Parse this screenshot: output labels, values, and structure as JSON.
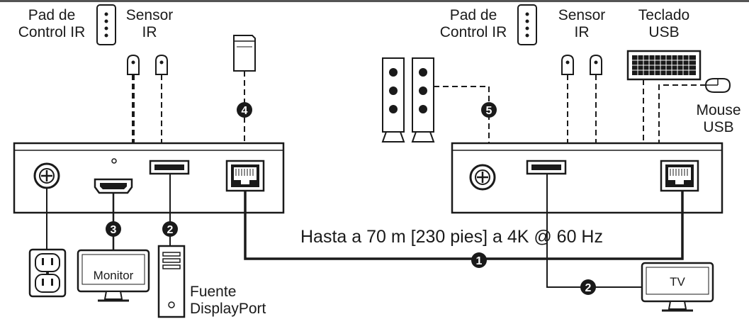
{
  "local": {
    "ir_pad_line1": "Pad de",
    "ir_pad_line2": "Control IR",
    "ir_sensor_line1": "Sensor",
    "ir_sensor_line2": "IR"
  },
  "remote": {
    "ir_pad_line1": "Pad de",
    "ir_pad_line2": "Control IR",
    "ir_sensor_line1": "Sensor",
    "ir_sensor_line2": "IR",
    "keyboard_line1": "Teclado",
    "keyboard_line2": "USB",
    "mouse_line1": "Mouse",
    "mouse_line2": "USB"
  },
  "devices": {
    "monitor": "Monitor",
    "tv": "TV",
    "source_line1": "Fuente",
    "source_line2": "DisplayPort"
  },
  "cable_caption": "Hasta a 70 m [230 pies] a 4K @ 60 Hz",
  "markers": [
    "1",
    "2",
    "3",
    "4",
    "5"
  ]
}
